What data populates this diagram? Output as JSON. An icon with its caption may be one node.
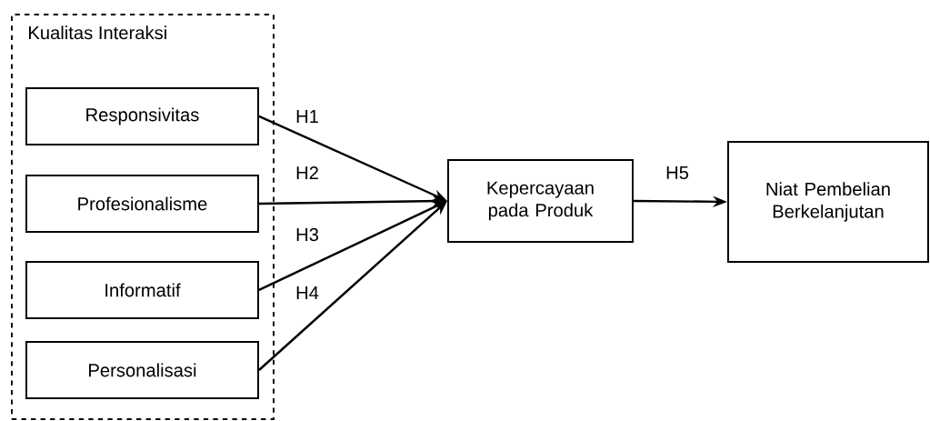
{
  "diagram": {
    "nodes": [
      {
        "text": [
          "Kualitas Interaksi"
        ]
      },
      {
        "text": [
          "Responsivitas"
        ],
        "in": 0
      },
      {
        "text": [
          "Profesionalisme"
        ],
        "in": 0
      },
      {
        "text": [
          "Informatif"
        ],
        "in": 0
      },
      {
        "text": [
          "Personalisasi"
        ],
        "in": 0
      },
      {
        "text": [
          "Kepercayaan pada Produk"
        ]
      },
      {
        "text": [
          "Niat Pembelian Berkelanjutan"
        ]
      }
    ],
    "edges": [
      {
        "from": 1,
        "to": 5,
        "arrow": "to",
        "label": "H1"
      },
      {
        "from": 2,
        "to": 5,
        "arrow": "to",
        "label": "H2"
      },
      {
        "from": 3,
        "to": 5,
        "arrow": "to",
        "label": "H3"
      },
      {
        "from": 4,
        "to": 5,
        "arrow": "to",
        "label": "H4"
      },
      {
        "from": 5,
        "to": 6,
        "arrow": "to",
        "label": "H5"
      }
    ]
  }
}
